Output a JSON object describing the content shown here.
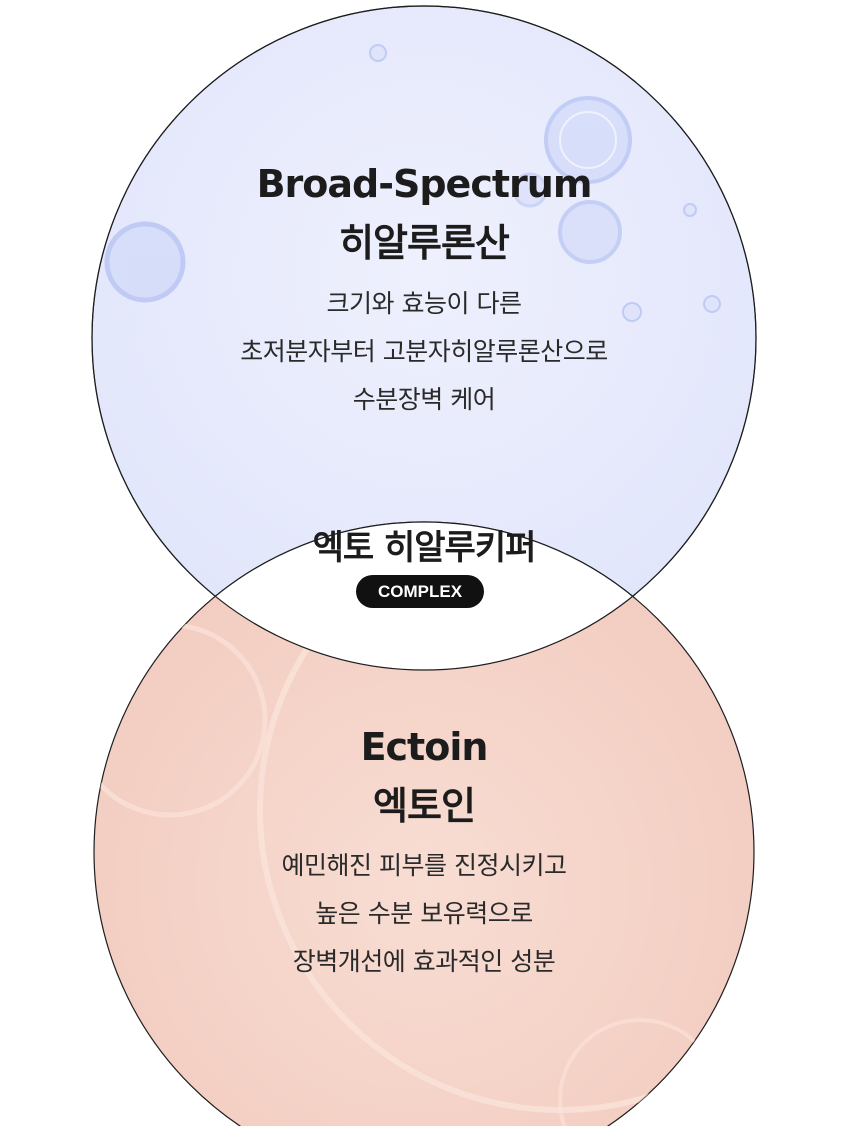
{
  "top_circle": {
    "title_en": "Broad-Spectrum",
    "title_ko": "히알루론산",
    "description": [
      "크기와 효능이 다른",
      "초저분자부터 고분자히알루론산으로",
      "수분장벽 케어"
    ],
    "color": "#e8ebfc"
  },
  "center": {
    "title": "엑토 히알루키퍼",
    "badge": "COMPLEX"
  },
  "bottom_circle": {
    "title_en": "Ectoin",
    "title_ko": "엑토인",
    "description": [
      "예민해진 피부를 진정시키고",
      "높은 수분 보유력으로",
      "장벽개선에 효과적인 성분"
    ],
    "color": "#f6d6cc"
  }
}
